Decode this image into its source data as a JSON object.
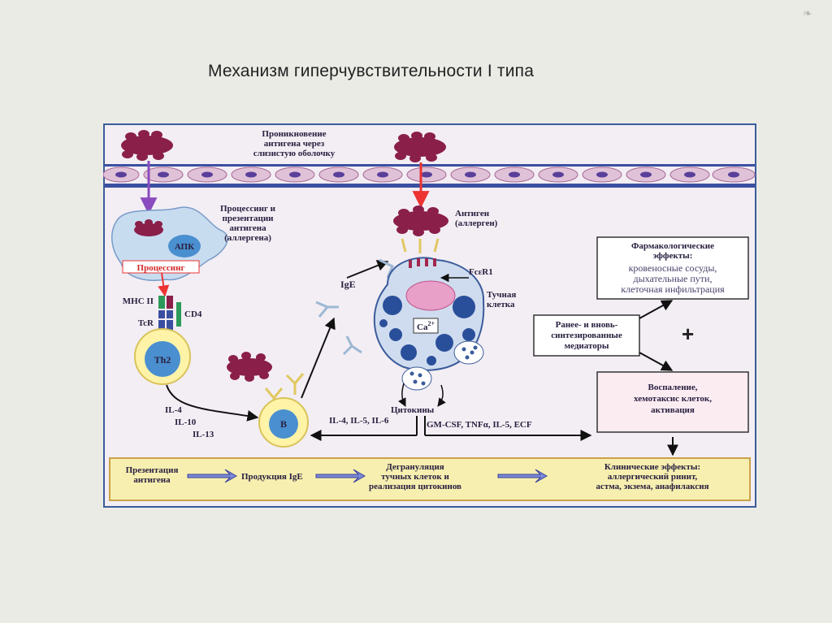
{
  "slide": {
    "title": "Механизм гиперчувствительности I типа"
  },
  "diagram": {
    "penetration": [
      "Проникновение",
      "антигена через",
      "слизистую оболочку"
    ],
    "processing_presentation": [
      "Процессинг и",
      "презентации",
      "антигена",
      "(аллергена)"
    ],
    "apc": "АПК",
    "processing_tag": "Процессинг",
    "mhc": "МНС II",
    "tcr": "TcR",
    "cd4": "CD4",
    "th2": "Th2",
    "interleukins_left": [
      "IL-4",
      "IL-10",
      "IL-13"
    ],
    "b_cell": "B",
    "ige": "IgE",
    "antigen_allergen": [
      "Антиген",
      "(аллерген)"
    ],
    "fcer1": "FcεR1",
    "mast_cell": [
      "Тучная",
      "клетка"
    ],
    "calcium": "Ca",
    "calcium_sup": "2+",
    "cytokines": "Цитокины",
    "interleukins_mid": "IL-4, IL-5, IL-6",
    "gm_csf": "GM-CSF, TNFα, IL-5, ECF",
    "pharma_box": {
      "title": [
        "Фармакологические",
        "эффекты:"
      ],
      "items": [
        "кровеносные сосуды,",
        "дыхательные пути,",
        "клеточная инфильтрация"
      ]
    },
    "mediators_box": [
      "Ранее- и вновь-",
      "синтезированные",
      "медиаторы"
    ],
    "plus": "+",
    "inflammation_box": [
      "Воспаление,",
      "хемотаксис клеток,",
      "активация"
    ],
    "bottom_bar": {
      "antigen_presentation": [
        "Презентация",
        "антигена"
      ],
      "ige_production": "Продукция IgE",
      "degranulation": [
        "Дегрануляция",
        "тучных клеток и",
        "реализация цитокинов"
      ],
      "clinical": [
        "Клинические эффекты:",
        "аллергический ринит,",
        "астма, экзема, анафилаксия"
      ]
    },
    "colors": {
      "background": "#f3eef4",
      "frame": "#3b5c9a",
      "membrane": "#e0c2d8",
      "antigen": "#8a1f4a",
      "mast_cell": "#cfdcef",
      "granule": "#2a4f9a",
      "bar": "#f6efb0"
    }
  }
}
